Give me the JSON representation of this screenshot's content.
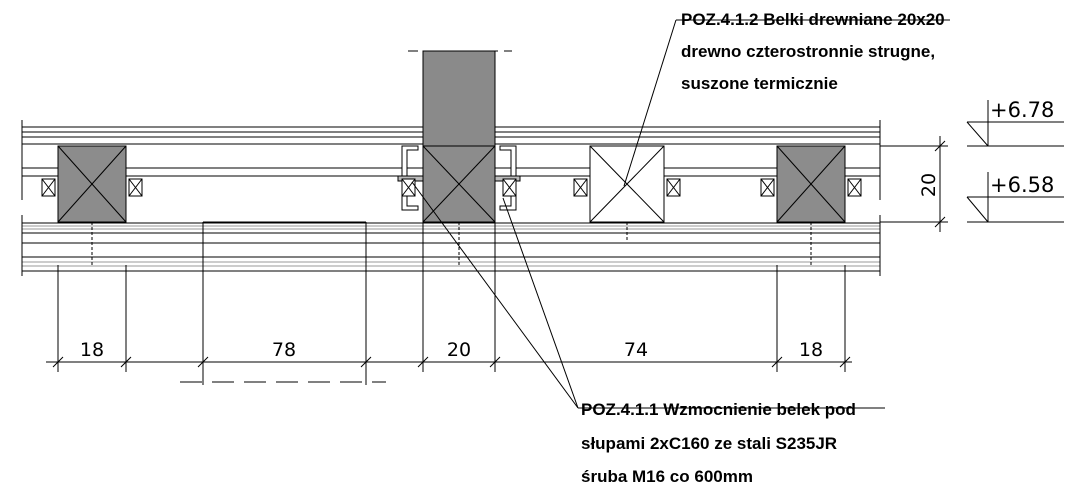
{
  "notes": {
    "beams": {
      "line1": "POZ.4.1.2 Belki drewniane 20x20",
      "line2": "drewno czterostronnie strugne,",
      "line3": "suszone termicznie"
    },
    "reinforcement": {
      "line1": "POZ.4.1.1 Wzmocnienie belek pod",
      "line2": "słupami 2xC160  ze stali S235JR",
      "line3": "śruba M16 co 600mm"
    }
  },
  "dimensions": {
    "spans": [
      "18",
      "78",
      "20",
      "74",
      "18"
    ],
    "height": "20"
  },
  "elevations": {
    "top": "+6.78",
    "bottom": "+6.58"
  },
  "colors": {
    "line": "#000000",
    "beam_fill": "#8c8c8c",
    "column_fill": "#8a8a8a",
    "hatch": "#9a9a9a"
  }
}
